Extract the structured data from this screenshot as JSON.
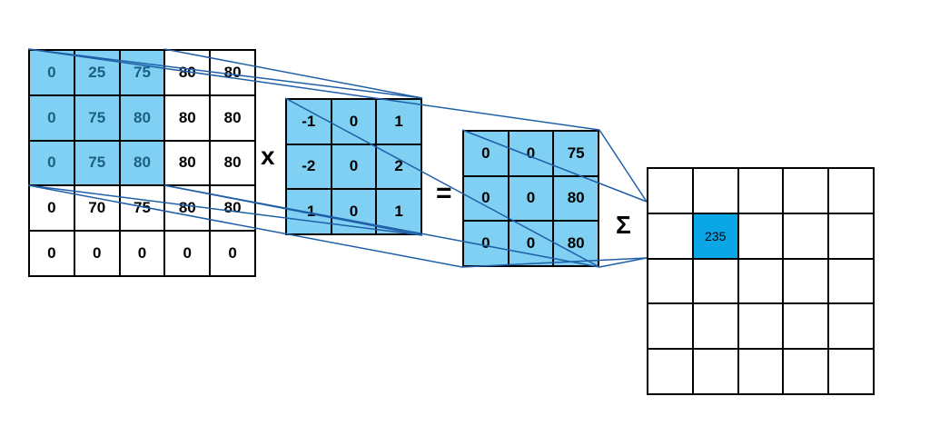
{
  "input_matrix": {
    "values": [
      [
        "0",
        "25",
        "75",
        "80",
        "80"
      ],
      [
        "0",
        "75",
        "80",
        "80",
        "80"
      ],
      [
        "0",
        "75",
        "80",
        "80",
        "80"
      ],
      [
        "0",
        "70",
        "75",
        "80",
        "80"
      ],
      [
        "0",
        "0",
        "0",
        "0",
        "0"
      ]
    ],
    "highlight_rows": 3,
    "highlight_cols": 3
  },
  "kernel": {
    "values": [
      [
        "-1",
        "0",
        "1"
      ],
      [
        "-2",
        "0",
        "2"
      ],
      [
        "-1",
        "0",
        "1"
      ]
    ]
  },
  "product": {
    "values": [
      [
        "0",
        "0",
        "75"
      ],
      [
        "0",
        "0",
        "80"
      ],
      [
        "0",
        "0",
        "80"
      ]
    ]
  },
  "output": {
    "rows": 5,
    "cols": 5,
    "value": "235",
    "value_row": 1,
    "value_col": 1
  },
  "operators": {
    "multiply": "x",
    "equals": "=",
    "sum": "Σ"
  },
  "colors": {
    "highlight": "#7fd0f2",
    "result": "#0aa6e6",
    "line": "#1f5fa8"
  }
}
